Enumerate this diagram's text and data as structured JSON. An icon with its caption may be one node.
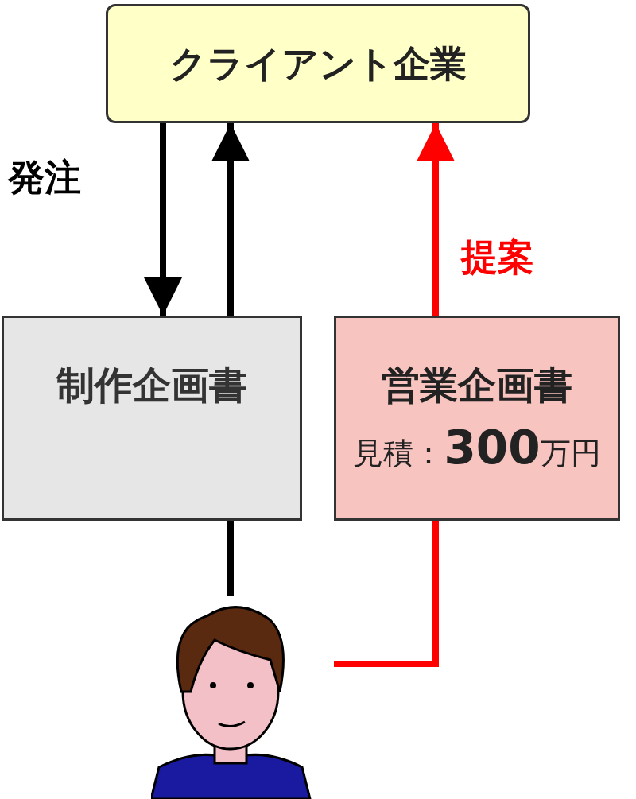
{
  "diagram": {
    "nodes": [
      {
        "text": [
          "クライアント企業"
        ]
      },
      {
        "text": [
          "制作企画書"
        ]
      },
      {
        "text": [
          "営業企画書",
          "見積：**300**万円"
        ]
      },
      {
        "text": [],
        "shape": "person"
      }
    ],
    "edges": [
      {
        "from": 0,
        "to": 1,
        "arrow": "to",
        "label": "発注"
      },
      {
        "from": 1,
        "to": 0,
        "arrow": "to"
      },
      {
        "from": 2,
        "to": 0,
        "arrow": "to",
        "label": "提案",
        "color": "#ff0000"
      },
      {
        "from": 3,
        "to": 1,
        "arrow": "none"
      },
      {
        "from": 3,
        "to": 2,
        "arrow": "none",
        "color": "#ff0000"
      }
    ]
  }
}
